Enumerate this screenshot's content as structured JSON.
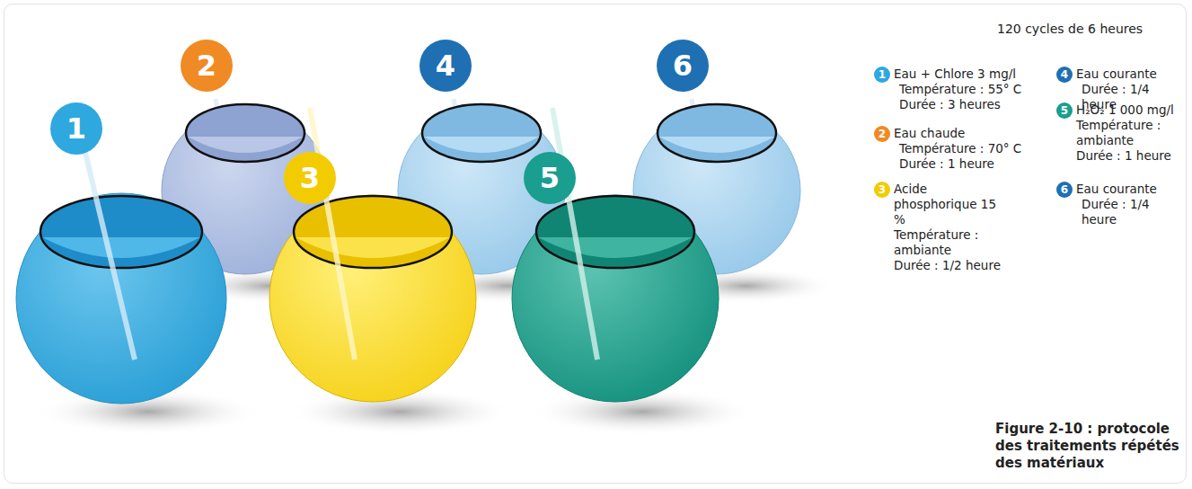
{
  "diagram": {
    "title": "120 cycles de 6 heures",
    "caption": "Figure 2-10 : protocole des traitements répétés des matériaux",
    "nodes": [
      {
        "text": [
          "1"
        ]
      },
      {
        "text": [
          "2"
        ]
      },
      {
        "text": [
          "3"
        ]
      },
      {
        "text": [
          "4"
        ]
      },
      {
        "text": [
          "5"
        ]
      },
      {
        "text": [
          "6"
        ]
      },
      {
        "text": [
          "1",
          "Eau + Chlore 3 mg/l",
          "Température : 55° C",
          "Durée : 3 heures"
        ]
      },
      {
        "text": [
          "2",
          "Eau chaude",
          "Température : 70° C",
          "Durée : 1 heure"
        ]
      },
      {
        "text": [
          "3",
          "Acide phosphorique 15 %",
          "Température : ambiante",
          "Durée : 1/2 heure"
        ]
      },
      {
        "text": [
          "4",
          "Eau courante",
          "Durée : 1/4 heure"
        ]
      },
      {
        "text": [
          "5",
          "H₂O₂ 1 000 mg/l",
          "Température : ambiante",
          "Durée : 1 heure"
        ]
      },
      {
        "text": [
          "6",
          "Eau courante",
          "Durée : 1/4 heure"
        ]
      }
    ]
  }
}
